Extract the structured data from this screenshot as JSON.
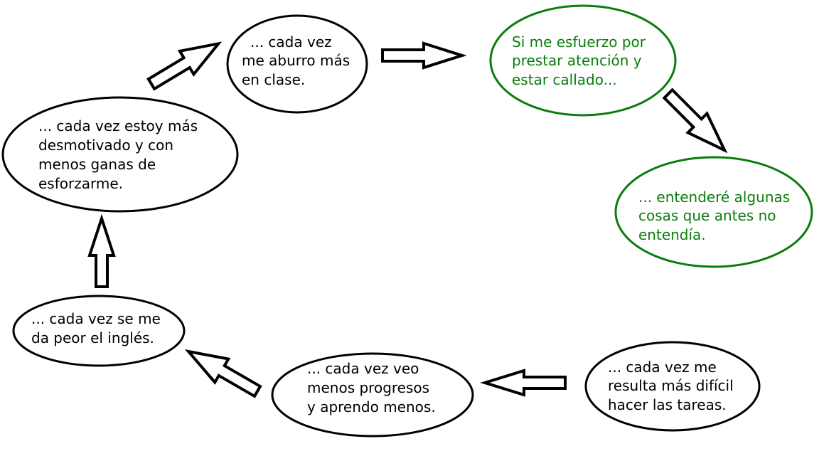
{
  "colors": {
    "default": "#000000",
    "highlight": "#0a7d0a"
  },
  "nodes": [
    {
      "lines": [
        "... cada vez",
        "me aburro más",
        "en clase."
      ]
    },
    {
      "lines": [
        "Si me esfuerzo por",
        "prestar atención y",
        "estar callado..."
      ]
    },
    {
      "lines": [
        "... entenderé algunas",
        "cosas que antes no",
        "entendía."
      ]
    },
    {
      "lines": [
        "... cada vez me",
        "resulta más difícil",
        "hacer las tareas."
      ]
    },
    {
      "lines": [
        "... cada vez veo",
        "menos progresos",
        "y aprendo menos."
      ]
    },
    {
      "lines": [
        "... cada vez se me",
        "da peor el inglés."
      ]
    },
    {
      "lines": [
        "... cada vez estoy más",
        "desmotivado y con",
        "menos ganas de",
        "esforzarme."
      ]
    }
  ]
}
